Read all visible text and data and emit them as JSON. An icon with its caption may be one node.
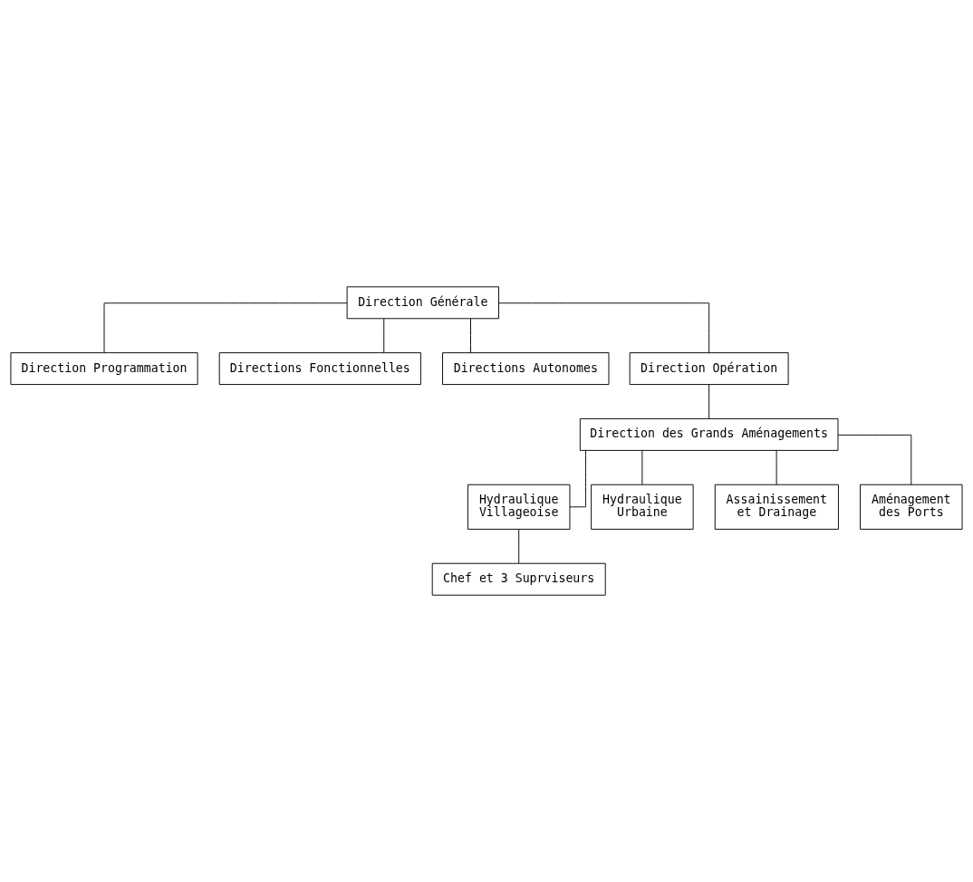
{
  "diagram": {
    "nodes": [
      {
        "text": [
          "Direction Générale"
        ]
      },
      {
        "text": [
          "Direction Programmation"
        ]
      },
      {
        "text": [
          "Directions Fonctionnelles"
        ]
      },
      {
        "text": [
          "Directions Autonomes"
        ]
      },
      {
        "text": [
          "Direction Opération"
        ]
      },
      {
        "text": [
          "Direction des Grands Aménagements"
        ]
      },
      {
        "text": [
          "Hydraulique Villageoise"
        ]
      },
      {
        "text": [
          "Hydraulique Urbaine"
        ]
      },
      {
        "text": [
          "Assainissement et Drainage"
        ]
      },
      {
        "text": [
          "Aménagement des Ports"
        ]
      },
      {
        "text": [
          "Chef et 3 Suprviseurs"
        ]
      }
    ],
    "edges": [
      {
        "from": 0,
        "to": 1,
        "arrow": "none"
      },
      {
        "from": 0,
        "to": 2,
        "arrow": "none"
      },
      {
        "from": 0,
        "to": 3,
        "arrow": "none"
      },
      {
        "from": 0,
        "to": 4,
        "arrow": "none"
      },
      {
        "from": 4,
        "to": 5,
        "arrow": "none"
      },
      {
        "from": 5,
        "to": 6,
        "arrow": "none"
      },
      {
        "from": 5,
        "to": 7,
        "arrow": "none"
      },
      {
        "from": 5,
        "to": 8,
        "arrow": "none"
      },
      {
        "from": 5,
        "to": 9,
        "arrow": "none"
      },
      {
        "from": 6,
        "to": 10,
        "arrow": "none"
      }
    ]
  }
}
